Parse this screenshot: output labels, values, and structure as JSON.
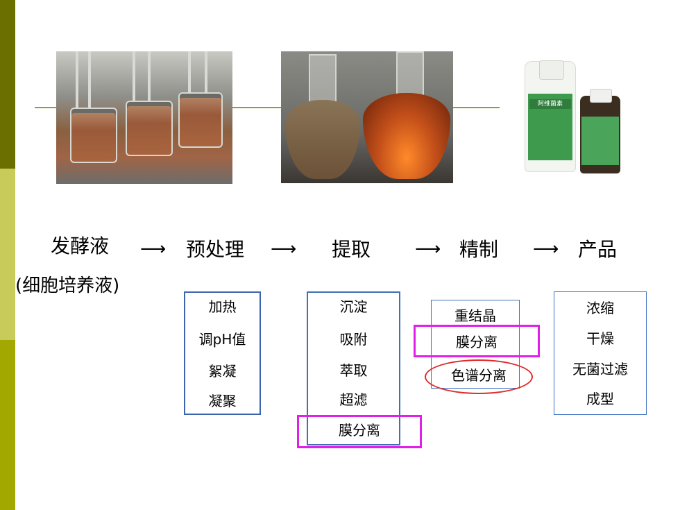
{
  "flow": {
    "steps": [
      "发酵液",
      "预处理",
      "提取",
      "精制",
      "产品"
    ],
    "arrow": "⟶",
    "subtitle": "(细胞培养液)"
  },
  "boxes": {
    "pretreat": [
      "加热",
      "调pH值",
      "絮凝",
      "凝聚"
    ],
    "extract": [
      "沉淀",
      "吸附",
      "萃取",
      "超滤",
      "膜分离"
    ],
    "refine": [
      "重结晶",
      "膜分离",
      "色谱分离"
    ],
    "product": [
      "浓缩",
      "干燥",
      "无菌过滤",
      "成型"
    ]
  },
  "photos": {
    "bioreactors": "bioreactor-photo",
    "flasks": "flask-photo",
    "bottles": "product-bottles-photo",
    "bottle_label": "阿维菌素"
  },
  "colors": {
    "accent_dark": "#6b6f00",
    "accent_light": "#c8cb5a",
    "accent_mid": "#a3a800",
    "box_blue": "#3b64ad",
    "highlight_magenta": "#e21fe8",
    "highlight_red": "#e02a2a"
  }
}
